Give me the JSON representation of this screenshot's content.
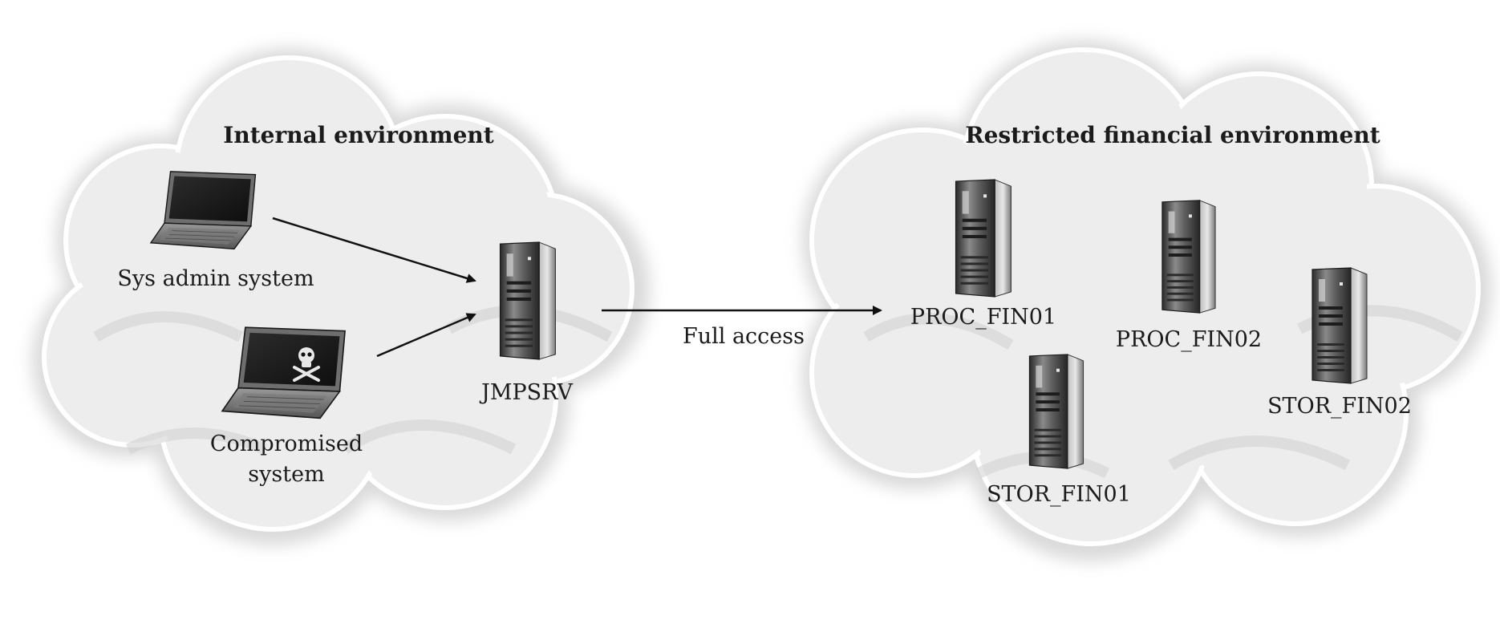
{
  "zones": {
    "internal": {
      "title": "Internal environment"
    },
    "restricted": {
      "title": "Restricted financial environment"
    }
  },
  "nodes": {
    "sys_admin": {
      "label": "Sys admin system",
      "icon": "laptop-icon"
    },
    "compromised": {
      "label_line1": "Compromised",
      "label_line2": "system",
      "icon": "compromised-laptop-icon"
    },
    "jmpsrv": {
      "label": "JMPSRV",
      "icon": "server-tower-icon"
    },
    "proc_fin01": {
      "label": "PROC_FIN01",
      "icon": "server-tower-icon"
    },
    "proc_fin02": {
      "label": "PROC_FIN02",
      "icon": "server-tower-icon"
    },
    "stor_fin01": {
      "label": "STOR_FIN01",
      "icon": "server-tower-icon"
    },
    "stor_fin02": {
      "label": "STOR_FIN02",
      "icon": "server-tower-icon"
    }
  },
  "edges": {
    "jump_to_restricted": {
      "label": "Full access"
    }
  },
  "colors": {
    "cloud_fill": "#ececec",
    "cloud_shadow": "#d2d2d2",
    "arrow": "#111111"
  }
}
